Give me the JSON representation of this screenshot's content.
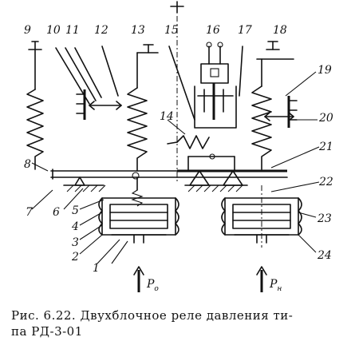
{
  "labels": {
    "l9": "9",
    "l10": "10",
    "l11": "11",
    "l12": "12",
    "l13": "13",
    "l15": "15",
    "l16": "16",
    "l17": "17",
    "l18": "18",
    "l19": "19",
    "l14": "14",
    "l20": "20",
    "l21": "21",
    "l22": "22",
    "l8": "8",
    "l7": "7",
    "l6": "6",
    "l5": "5",
    "l4": "4",
    "l3": "3",
    "l2": "2",
    "l1": "1",
    "l23": "23",
    "l24": "24"
  },
  "pressures": {
    "p_left": "P",
    "p_left_sub": "o",
    "p_right": "P",
    "p_right_sub": "н"
  },
  "caption": {
    "line1": "Рис. 6.22. Двухблочное реле давления ти-",
    "line2": "па РД-3-01"
  }
}
